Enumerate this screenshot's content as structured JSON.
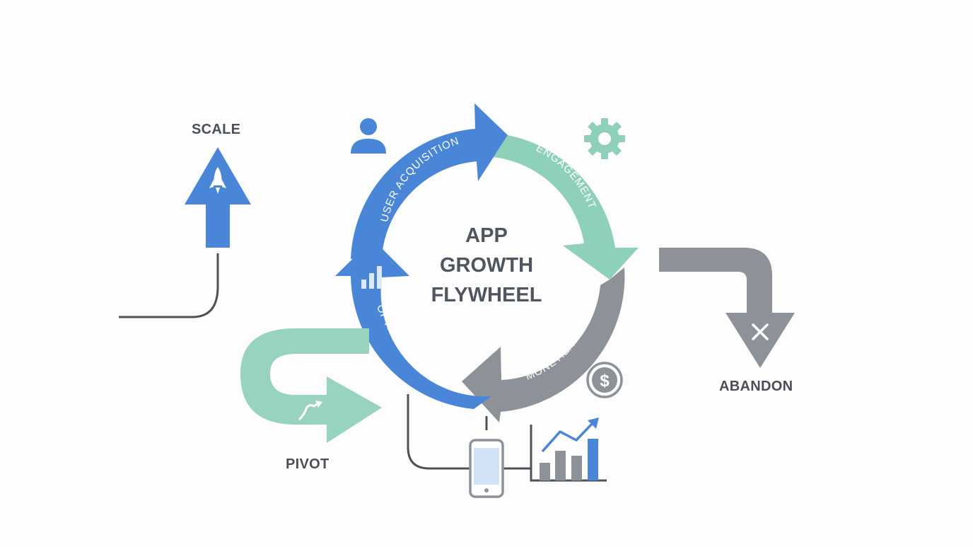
{
  "title_lines": [
    "APP",
    "GROWTH",
    "FLYWHEEL"
  ],
  "cycle_stages": [
    {
      "label": "USER ACQUISITION",
      "color": "#4a86d8",
      "icon": "user-icon"
    },
    {
      "label": "ENGAGEMENT",
      "color": "#8fd0b8",
      "icon": "gear-icon"
    },
    {
      "label": "MONETIZATION",
      "color": "#8d9299",
      "icon": "dollar-icon"
    },
    {
      "label": "OPTIMIZATION",
      "color": "#4a86d8",
      "icon": "bar-chart-icon"
    }
  ],
  "outcomes": {
    "scale": {
      "label": "SCALE",
      "icon": "rocket-icon",
      "color": "#4a86d8"
    },
    "pivot": {
      "label": "PIVOT",
      "icon": "squiggle-arrow-icon",
      "color": "#98d4bd"
    },
    "abandon": {
      "label": "ABANDON",
      "icon": "x-icon",
      "color": "#8d9299"
    }
  },
  "bottom_icons": [
    "smartphone-icon",
    "growth-chart-icon"
  ]
}
